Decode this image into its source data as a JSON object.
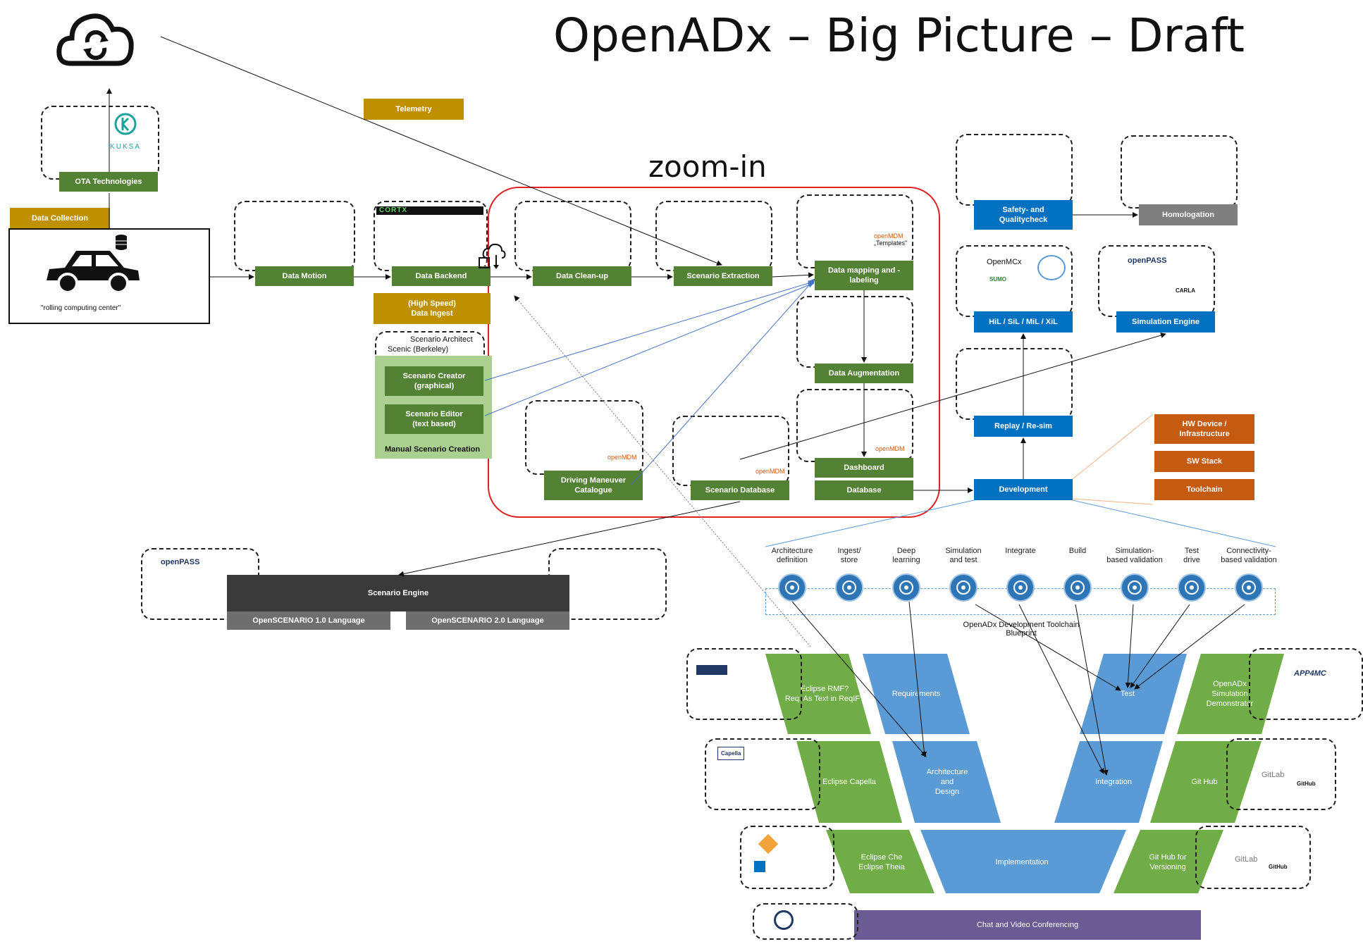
{
  "title": "OpenADx – Big Picture – Draft",
  "zoom_label": "zoom-in",
  "telemetry": "Telemetry",
  "kuksa": "KUKSA",
  "ota": "OTA Technologies",
  "data_collection": "Data Collection",
  "rolling": "\"rolling computing center\"",
  "data_motion": "Data Motion",
  "cortx": "CORTX",
  "data_backend": "Data Backend",
  "high_speed": "(High Speed)\nData Ingest",
  "scenario_architect": "Scenario Architect",
  "scenic": "Scenic (Berkeley)",
  "scenario_creator": "Scenario Creator\n(graphical)",
  "scenario_editor": "Scenario Editor\n(text based)",
  "manual_creation": "Manual Scenario Creation",
  "data_cleanup": "Data Clean-up",
  "scenario_extraction": "Scenario Extraction",
  "data_mapping": "Data mapping and -\nlabeling",
  "openmdm": "openMDM",
  "templates": "„Templates\"",
  "data_augmentation": "Data Augmentation",
  "dashboard": "Dashboard",
  "database": "Database",
  "driving_catalogue": "Driving Maneuver\nCatalogue",
  "scenario_database": "Scenario Database",
  "safety": "Safety- and\nQualitycheck",
  "homologation": "Homologation",
  "openmcx": "OpenMCx",
  "sumo": "SUMO",
  "hil": "HiL / SiL / MiL / XiL",
  "openpass": "openPASS",
  "carla": "CARLA",
  "sim_engine": "Simulation Engine",
  "replay": "Replay / Re-sim",
  "development": "Development",
  "hw_device": "HW Device /\nInfrastructure",
  "sw_stack": "SW Stack",
  "toolchain": "Toolchain",
  "scenario_engine": "Scenario Engine",
  "os1": "OpenSCENARIO 1.0 Language",
  "os2": "OpenSCENARIO 2.0 Language",
  "steps": [
    {
      "label": "Architecture\ndefinition",
      "icon": "architecture-icon"
    },
    {
      "label": "Ingest/\nstore",
      "icon": "ingest-icon"
    },
    {
      "label": "Deep\nlearning",
      "icon": "deep-learning-icon"
    },
    {
      "label": "Simulation\nand test",
      "icon": "simulation-icon"
    },
    {
      "label": "Integrate",
      "icon": "integrate-icon"
    },
    {
      "label": "Build",
      "icon": "build-icon"
    },
    {
      "label": "Simulation-\nbased validation",
      "icon": "validation-icon"
    },
    {
      "label": "Test\ndrive",
      "icon": "steering-icon"
    },
    {
      "label": "Connectivity-\nbased validation",
      "icon": "wifi-icon"
    }
  ],
  "blueprint": "OpenADx Development Toolchain\nBlueprint",
  "v": {
    "rmf": "Eclipse RMF?\nReq. As Text in ReqIF?",
    "requirements": "Requirements",
    "test": "Test",
    "simdemo": "OpenADx\nSimulation\nDemonstrator",
    "capella": "Eclipse Capella",
    "arch": "Architecture\nand\nDesign",
    "integration": "Integration",
    "github": "Git Hub",
    "che": "Eclipse Che\nEclipse Theia",
    "implementation": "Implementation",
    "github_ver": "Git Hub for\nVersioning",
    "chat": "Chat and Video Conferencing"
  },
  "logos": {
    "app4mc": "APP4MC",
    "capella_logo": "Capella",
    "gitlab": "GitLab",
    "github": "GitHub",
    "openpass2": "openPASS"
  },
  "colors": {
    "green": "#548235",
    "gold": "#BF9000",
    "blue": "#0070C0",
    "orange": "#C55A11",
    "vgreen": "#70AD47",
    "vblue": "#5B9BD5",
    "purple": "#6B5B95"
  }
}
